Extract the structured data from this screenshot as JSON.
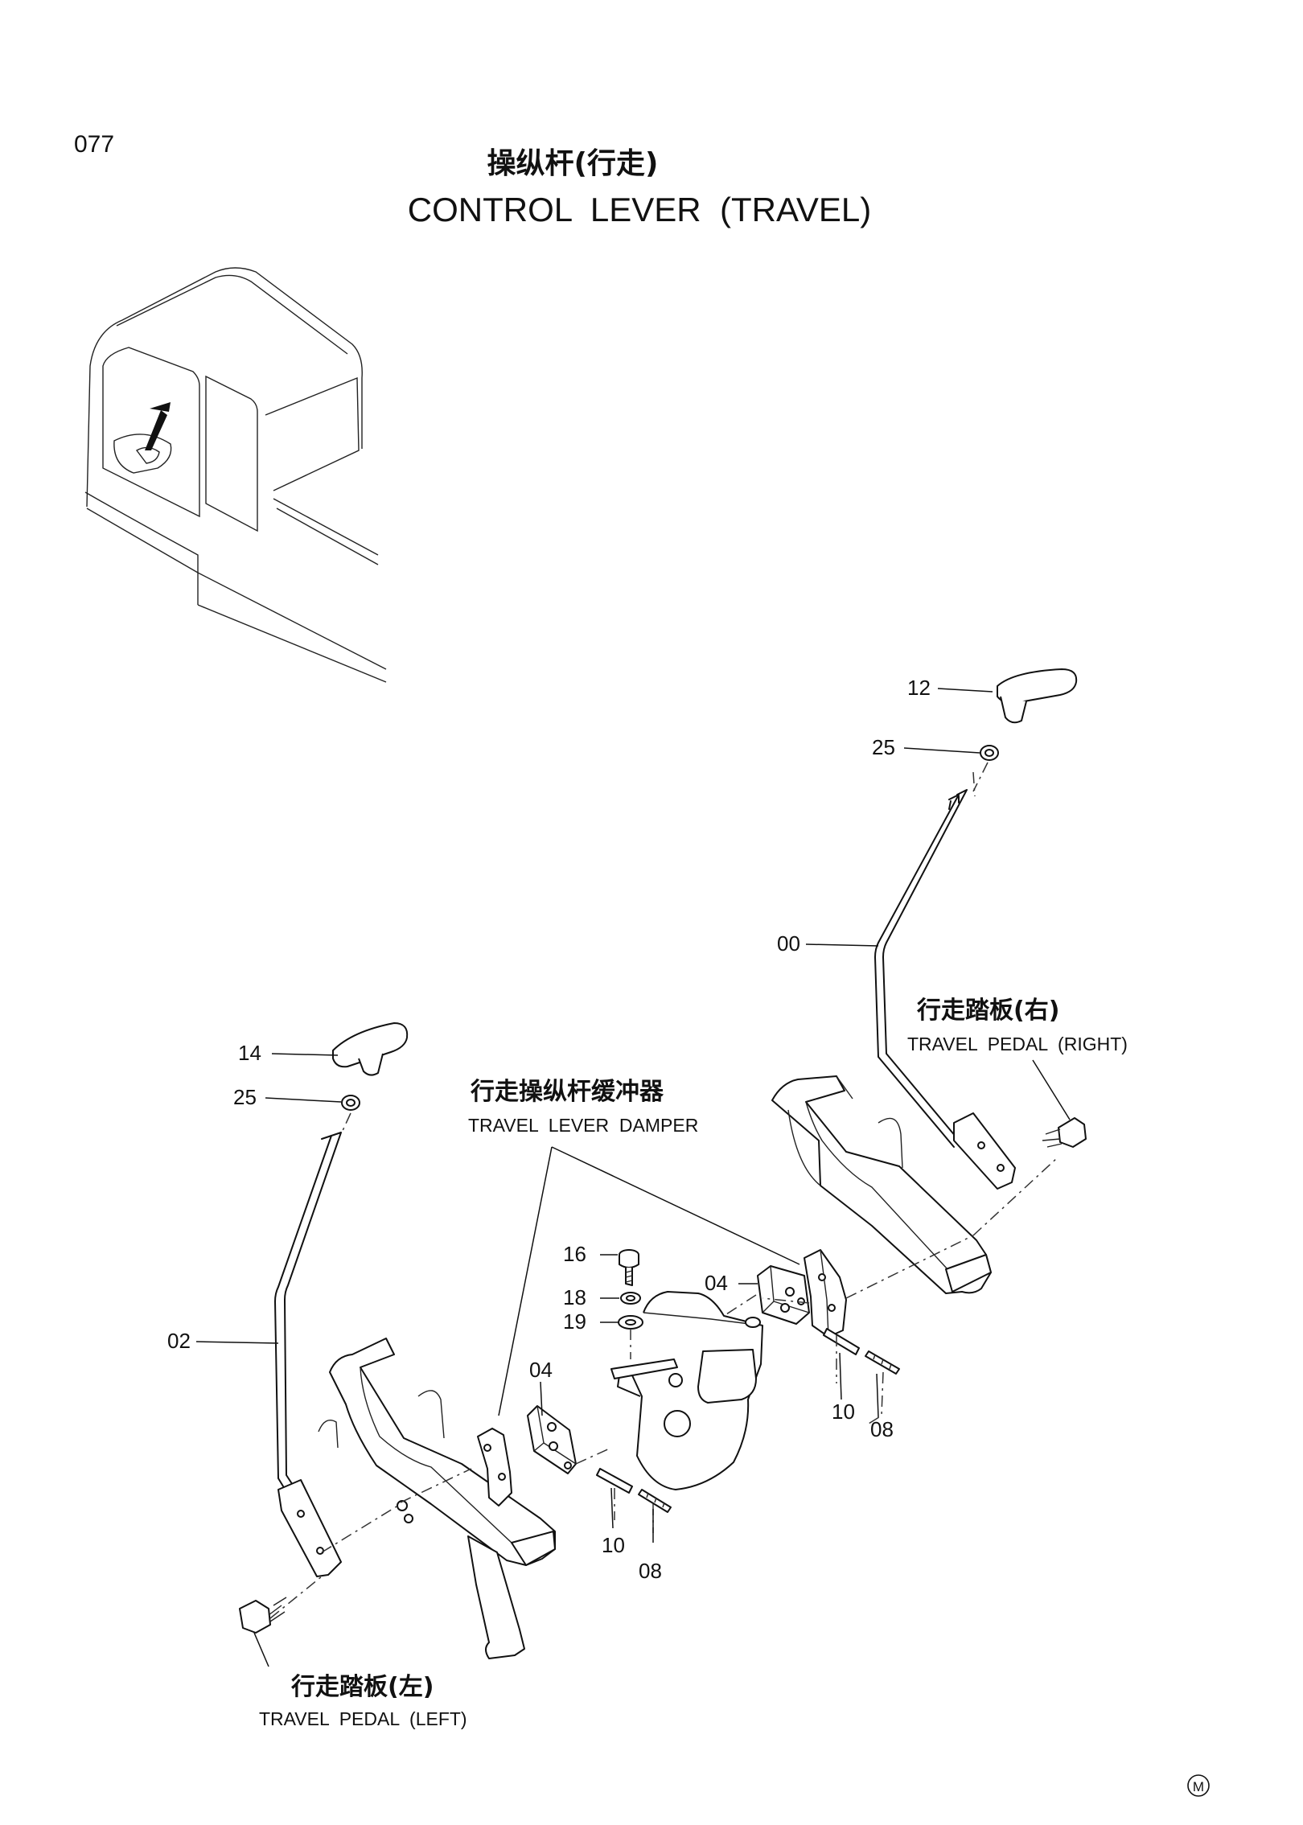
{
  "page_number": "077",
  "title_cn": "操纵杆(行走)",
  "title_en": "CONTROL  LEVER  (TRAVEL)",
  "callouts": {
    "damper_cn": "行走操纵杆缓冲器",
    "damper_en": "TRAVEL  LEVER  DAMPER",
    "pedal_right_cn": "行走踏板(右)",
    "pedal_right_en": "TRAVEL  PEDAL  (RIGHT)",
    "pedal_left_cn": "行走踏板(左)",
    "pedal_left_en": "TRAVEL  PEDAL  (LEFT)"
  },
  "part_labels": {
    "p12": "12",
    "p25_right": "25",
    "p00": "00",
    "p14": "14",
    "p25_left": "25",
    "p02": "02",
    "p16": "16",
    "p18": "18",
    "p19": "19",
    "p04_right": "04",
    "p04_left": "04",
    "p10_right": "10",
    "p08_right": "08",
    "p10_left": "10",
    "p08_left": "08"
  },
  "corner_mark": "M"
}
